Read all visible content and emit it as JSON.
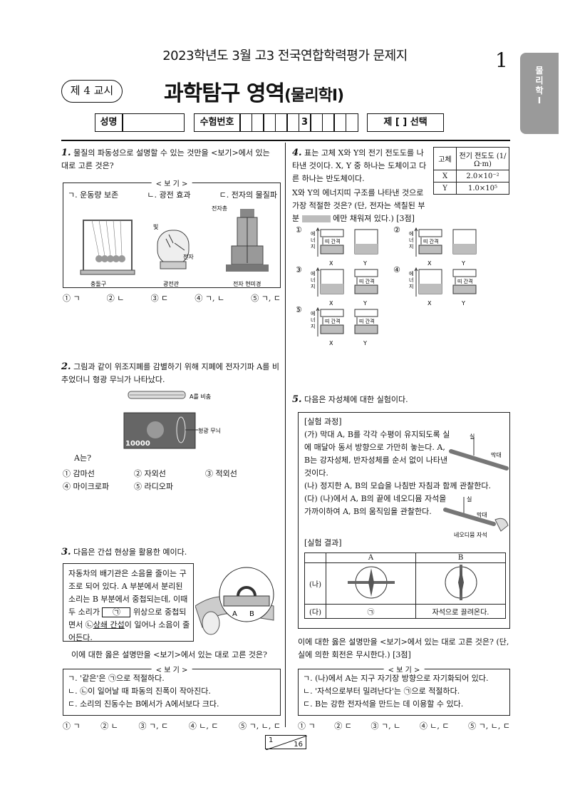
{
  "header": {
    "title": "2023학년도 3월 고3 전국연합학력평가 문제지",
    "page_number": "1",
    "side_tab": [
      "물",
      "리",
      "학",
      "Ⅰ"
    ],
    "period": "제 4 교시",
    "subject_main": "과학탐구 영역",
    "subject_sub": "(물리학Ⅰ)",
    "name_label": "성명",
    "exam_no_label": "수험번호",
    "exam_no_digit": "3",
    "choice_label": "제 [   ] 선택"
  },
  "q1": {
    "num": "1.",
    "text": "물질의 파동성으로 설명할 수 있는 것만을 <보기>에서 있는 대로 고른 것은?",
    "bogi_label": "< 보 기 >",
    "items": [
      "ㄱ. 운동량 보존",
      "ㄴ. 광전 효과",
      "ㄷ. 전자의 물질파"
    ],
    "captions": [
      "충돌구",
      "광전관",
      "전자 현미경"
    ],
    "fig_labels": [
      "빛",
      "전자",
      "전자총"
    ],
    "choices": [
      "① ㄱ",
      "② ㄴ",
      "③ ㄷ",
      "④ ㄱ, ㄴ",
      "⑤ ㄱ, ㄷ"
    ]
  },
  "q2": {
    "num": "2.",
    "text": "그림과 같이 위조지폐를 감별하기 위해 지폐에 전자기파 A를 비추었더니 형광 무늬가 나타났다.",
    "fig_labels": [
      "A를 비춤",
      "형광 무늬",
      "10000"
    ],
    "question": "A는?",
    "choices": [
      "① 감마선",
      "② 자외선",
      "③ 적외선",
      "④ 마이크로파",
      "⑤ 라디오파"
    ]
  },
  "q3": {
    "num": "3.",
    "text": "다음은 간섭 현상을 활용한 예이다.",
    "box_text_1": "자동차의 배기관은 소음을 줄이는 구조로 되어 있다. A 부분에서 분리된 소리는 B 부분에서 중첩되는데, 이때 두 소리가",
    "blank": "㉠",
    "box_text_2": "위상으로 중첩되면서 ㉡",
    "box_underlined": "상쇄 간섭",
    "box_text_3": "이 일어나 소음이 줄어든다.",
    "fig_labels": [
      "A",
      "B"
    ],
    "question": "이에 대한 옳은 설명만을 <보기>에서 있는 대로 고른 것은?",
    "bogi_label": "< 보 기 >",
    "items": [
      "ㄱ. '같은'은 ㉠으로 적절하다.",
      "ㄴ. ㉡이 일어날 때 파동의 진폭이 작아진다.",
      "ㄷ. 소리의 진동수는 B에서가 A에서보다 크다."
    ],
    "choices": [
      "① ㄱ",
      "② ㄴ",
      "③ ㄱ, ㄷ",
      "④ ㄴ, ㄷ",
      "⑤ ㄱ, ㄴ, ㄷ"
    ]
  },
  "q4": {
    "num": "4.",
    "text": "표는 고체 X와 Y의 전기 전도도를 나타낸 것이다. X, Y 중 하나는 도체이고 다른 하나는 반도체이다.",
    "text2": "X와 Y의 에너지띠 구조를 나타낸 것으로 가장 적절한 것은? (단, 전자는 색칠된 부분",
    "text3": "에만 채워져 있다.) [3점]",
    "table_headers": [
      "고체",
      "전기 전도도 (1/Ω·m)"
    ],
    "table_rows": [
      [
        "X",
        "2.0×10⁻²"
      ],
      [
        "Y",
        "1.0×10⁵"
      ]
    ],
    "options": [
      "①",
      "②",
      "③",
      "④",
      "⑤"
    ],
    "energy_label": [
      "에",
      "너",
      "지"
    ],
    "gap_label": "띠 간격",
    "x_label": "X",
    "y_label": "Y"
  },
  "q5": {
    "num": "5.",
    "text": "다음은 자성체에 대한 실험이다.",
    "proc_title": "[실험 과정]",
    "proc_ga": "(가) 막대 A, B를 각각 수평이 유지되도록 실에 매달아 동서 방향으로 가만히 놓는다. A, B는 강자성체, 반자성체를 순서 없이 나타낸 것이다.",
    "proc_na": "(나) 정지한 A, B의 모습을 나침반 자침과 함께 관찰한다.",
    "proc_da": "(다) (나)에서 A, B의 끝에 네오디뮴 자석을 가까이하여 A, B의 움직임을 관찰한다.",
    "fig_labels": [
      "실",
      "막대",
      "실",
      "막대",
      "네오디뮴 자석"
    ],
    "result_title": "[실험 결과]",
    "result_headers": [
      "",
      "A",
      "B"
    ],
    "result_row_na": "(나)",
    "result_row_da": "(다)",
    "result_da_a": "㉠",
    "result_da_b": "자석으로 끌려온다.",
    "question": "이에 대한 옳은 설명만을 <보기>에서 있는 대로 고른 것은? (단, 실에 의한 회전은 무시한다.) [3점]",
    "bogi_label": "< 보 기 >",
    "items": [
      "ㄱ. (나)에서 A는 지구 자기장 방향으로 자기화되어 있다.",
      "ㄴ. '자석으로부터 밀려난다'는 ㉠으로 적절하다.",
      "ㄷ. B는 강한 전자석을 만드는 데 이용할 수 있다."
    ],
    "choices": [
      "① ㄱ",
      "② ㄷ",
      "③ ㄱ, ㄴ",
      "④ ㄴ, ㄷ",
      "⑤ ㄱ, ㄴ, ㄷ"
    ]
  },
  "footer": {
    "current": "1",
    "total": "16"
  }
}
